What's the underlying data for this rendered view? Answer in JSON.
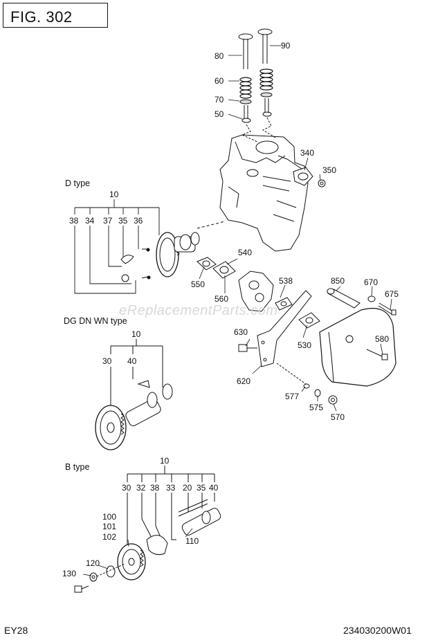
{
  "figure": {
    "title": "FIG. 302"
  },
  "footer": {
    "left": "EY28",
    "right": "234030200W01"
  },
  "watermark": "eReplacementParts.com",
  "group_labels": {
    "d_type": "D type",
    "dg_type": "DG DN WN type",
    "b_type": "B type"
  },
  "part_labels": {
    "p90": "90",
    "p80": "80",
    "p60": "60",
    "p70": "70",
    "p50": "50",
    "p340": "340",
    "p350": "350",
    "p540": "540",
    "p550": "550",
    "p560": "560",
    "p538": "538",
    "p850": "850",
    "p670": "670",
    "p675": "675",
    "p630": "630",
    "p530": "530",
    "p580": "580",
    "p620": "620",
    "p577": "577",
    "p575": "575",
    "p570": "570",
    "d10": "10",
    "d38": "38",
    "d34": "34",
    "d37": "37",
    "d35": "35",
    "d36": "36",
    "g10": "10",
    "g30": "30",
    "g40": "40",
    "b10": "10",
    "b30": "30",
    "b32": "32",
    "b38": "38",
    "b33": "33",
    "b20": "20",
    "b35": "35",
    "b40": "40",
    "b100": "100",
    "b101": "101",
    "b102": "102",
    "b110": "110",
    "b120": "120",
    "b130": "130"
  }
}
